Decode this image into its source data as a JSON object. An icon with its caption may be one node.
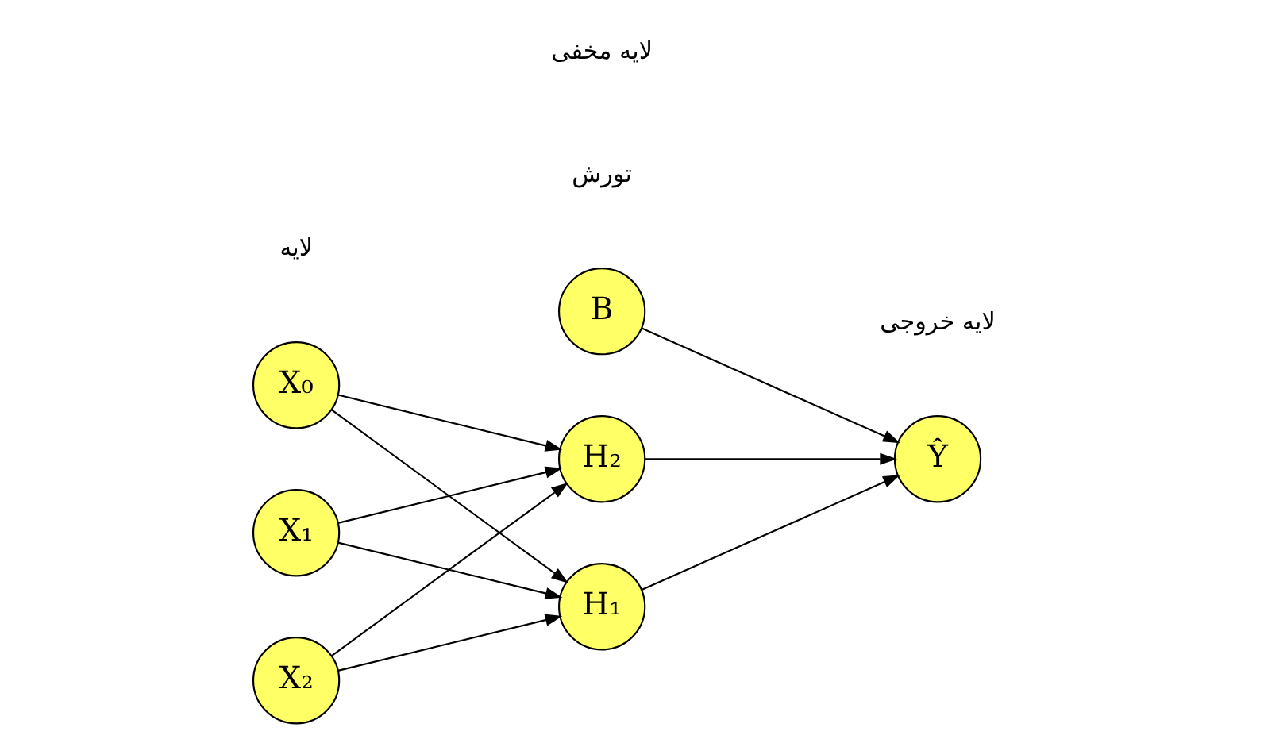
{
  "diagram": {
    "nodes": [
      {
        "text": [
          "X₀"
        ]
      },
      {
        "text": [
          "X₁"
        ]
      },
      {
        "text": [
          "X₂"
        ]
      },
      {
        "text": [
          "H₁"
        ]
      },
      {
        "text": [
          "H₂"
        ]
      },
      {
        "text": [
          "B"
        ]
      },
      {
        "text": [
          "Ŷ"
        ]
      }
    ],
    "edges": [
      {
        "from": 0,
        "to": 3,
        "arrow": "to"
      },
      {
        "from": 0,
        "to": 4,
        "arrow": "to"
      },
      {
        "from": 1,
        "to": 3,
        "arrow": "to"
      },
      {
        "from": 1,
        "to": 4,
        "arrow": "to"
      },
      {
        "from": 2,
        "to": 3,
        "arrow": "to"
      },
      {
        "from": 2,
        "to": 4,
        "arrow": "to"
      },
      {
        "from": 3,
        "to": 6,
        "arrow": "to"
      },
      {
        "from": 4,
        "to": 6,
        "arrow": "to"
      },
      {
        "from": 5,
        "to": 6,
        "arrow": "to"
      }
    ],
    "labels": [
      "تورش",
      "لایه خروجی",
      "لایه مخفی",
      "لایه"
    ]
  }
}
